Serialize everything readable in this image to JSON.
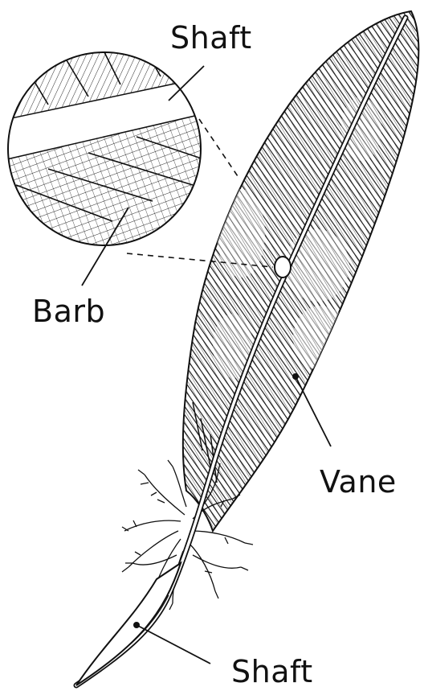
{
  "diagram": {
    "labels": {
      "shaft_top": "Shaft",
      "barb": "Barb",
      "vane": "Vane",
      "shaft_bottom": "Shaft"
    },
    "colors": {
      "ink": "#111111",
      "paper": "#ffffff"
    }
  }
}
